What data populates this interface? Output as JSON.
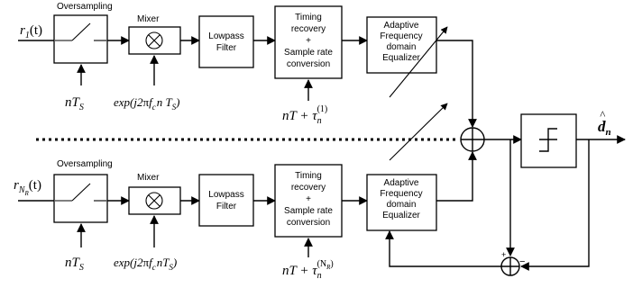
{
  "upper_branch": {
    "input": {
      "base": "r",
      "sub": "1",
      "arg": "(t)"
    },
    "oversampling_label": "Oversampling",
    "sampling_clock": {
      "main": "nT",
      "sub": "S"
    },
    "mixer_label": "Mixer",
    "mixer_input": {
      "p1": "exp(j2",
      "pi": "π",
      "f": "f",
      "c": "c",
      "p2": "n T",
      "s": "S",
      "p3": ")"
    },
    "lowpass": [
      "Lowpass",
      "Filter"
    ],
    "timing": [
      "Timing",
      "recovery",
      "+",
      "Sample rate",
      "conversion"
    ],
    "timing_input": {
      "main": "nT + τ",
      "sub": "n",
      "sup": "(1)"
    },
    "equalizer": [
      "Adaptive",
      "Frequency",
      "domain",
      "Equalizer"
    ]
  },
  "lower_branch": {
    "input": {
      "base": "r",
      "sub": "N",
      "subsub": "R",
      "arg": "(t)"
    },
    "oversampling_label": "Oversampling",
    "sampling_clock": {
      "main": "nT",
      "sub": "S"
    },
    "mixer_label": "Mixer",
    "mixer_input": {
      "p1": "exp(j2",
      "pi": "π",
      "f": "f",
      "c": "c",
      "p2": "nT",
      "s": "S",
      "p3": ")"
    },
    "lowpass": [
      "Lowpass",
      "Filter"
    ],
    "timing": [
      "Timing",
      "recovery",
      "+",
      "Sample rate",
      "conversion"
    ],
    "timing_input": {
      "main": "nT + τ",
      "sub": "n",
      "sup": "(N",
      "supsub": "R",
      "supclose": ")"
    },
    "equalizer": [
      "Adaptive",
      "Frequency",
      "domain",
      "Equalizer"
    ]
  },
  "output": {
    "symbol": "d",
    "sub": "n",
    "hat": "^"
  },
  "error_signs": {
    "plus": "+",
    "minus": "−"
  },
  "colors": {
    "line": "#000000",
    "background": "#ffffff"
  }
}
